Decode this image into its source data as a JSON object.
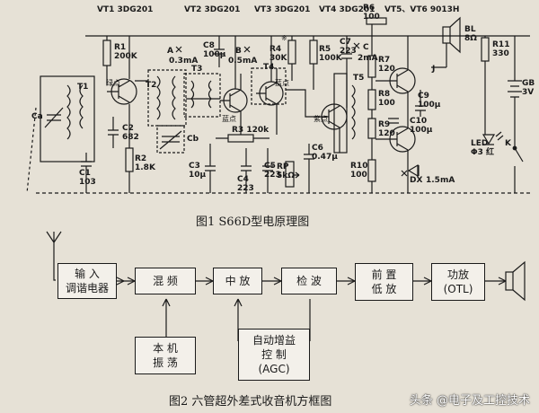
{
  "fig1": {
    "caption": "图1   S66D型电原理图",
    "header_labels": [
      "VT1 3DG201",
      "VT2 3DG201",
      "VT3 3DG201",
      "VT4 3DG201",
      "VT5、VT6 9013H"
    ],
    "components": {
      "r1": "R1\n200K",
      "r2": "R2\n1.8K",
      "r3": "R3\n120k",
      "r4": "R4\n30K",
      "r5": "R5\n100K",
      "r6": "R6\n100",
      "r7": "R7\n120",
      "r8": "R8\n100",
      "r9": "R9\n120",
      "r10": "R10\n100",
      "r11": "R11\n330",
      "c1": "C1\n103",
      "c2": "C2\n682",
      "c3": "C3\n10μ",
      "c4": "C4\n223",
      "c5": "C5\n223",
      "c6": "C6\n0.47μ",
      "c7": "C7\n223",
      "c8": "C8\n100μ",
      "c9": "C9\n100μ",
      "c10": "C10\n100μ",
      "t1": "T1",
      "t2": "T2",
      "t3": "T3",
      "t4": "T4",
      "t5": "T5",
      "ca": "Ca",
      "cb": "Cb",
      "rp": "RP\n5kΩ",
      "bl": "BL\n8Ω",
      "gb": "GB\n3V",
      "led": "LED\nΦ3 红",
      "k": "K",
      "dx": "DX",
      "a": "A",
      "b": "B",
      "c": "C",
      "i1": "0.3mA",
      "i2": "0.5mA",
      "i3": "2mA",
      "i4": "1.5mA",
      "green": "绿点",
      "blue1": "蓝点",
      "blue2": "蓝点",
      "purple": "紫点",
      "mark": "※",
      "j": "J"
    }
  },
  "fig2": {
    "caption": "图2   六管超外差式收音机方框图",
    "blocks": {
      "input": "输  入\n调谐电器",
      "mixer": "混  频",
      "if_amp": "中  放",
      "detector": "检  波",
      "pre_amp": "前  置\n低  放",
      "power_amp": "功放\n(OTL)",
      "local_osc": "本  机\n振  荡",
      "agc": "自动增益\n控  制\n(AGC)"
    }
  },
  "watermark": "头条 @电子及工控技术"
}
